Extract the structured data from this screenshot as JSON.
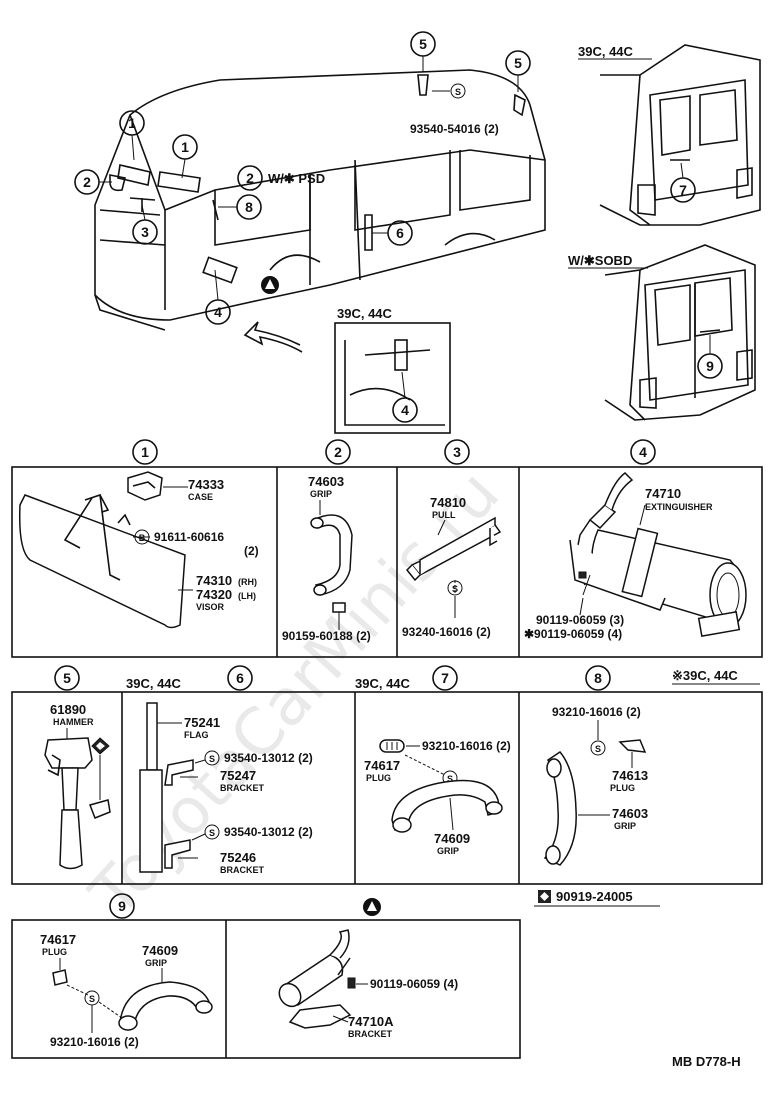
{
  "overview": {
    "psd_label": "W/✱ PSD",
    "sobd_label": "W/✱SOBD",
    "inset_top_label": "39C, 44C",
    "inset_small_label": "39C, 44C",
    "screw_ref": "93540-54016 (2)",
    "callouts": [
      "1",
      "2",
      "3",
      "4",
      "5",
      "6",
      "7",
      "8",
      "9"
    ]
  },
  "sections": {
    "s1": {
      "num": "1",
      "case_no": "74333",
      "case_name": "CASE",
      "bolt_no": "91611-60616",
      "bolt_qty": "(2)",
      "visor_rh": "74310",
      "visor_rh_tag": "(RH)",
      "visor_lh": "74320",
      "visor_lh_tag": "(LH)",
      "visor_name": "VISOR"
    },
    "s2": {
      "num": "2",
      "grip_no": "74603",
      "grip_name": "GRIP",
      "screw": "90159-60188 (2)"
    },
    "s3": {
      "num": "3",
      "pull_no": "74810",
      "pull_name": "PULL",
      "screw": "93240-16016 (2)"
    },
    "s4": {
      "num": "4",
      "ext_no": "74710",
      "ext_name": "EXTINGUISHER",
      "bolt1": "90119-06059 (3)",
      "bolt2": "✱90119-06059 (4)"
    },
    "s5": {
      "num": "5",
      "hammer_no": "61890",
      "hammer_name": "HAMMER"
    },
    "s6": {
      "num": "6",
      "variant": "39C, 44C",
      "flag_no": "75241",
      "flag_name": "FLAG",
      "screw1": "93540-13012 (2)",
      "bracket1_no": "75247",
      "bracket1_name": "BRACKET",
      "screw2": "93540-13012 (2)",
      "bracket2_no": "75246",
      "bracket2_name": "BRACKET"
    },
    "s7": {
      "num": "7",
      "variant": "39C, 44C",
      "screw": "93210-16016 (2)",
      "plug_no": "74617",
      "plug_name": "PLUG",
      "grip_no": "74609",
      "grip_name": "GRIP"
    },
    "s8": {
      "num": "8",
      "variant": "※39C, 44C",
      "screw": "93210-16016 (2)",
      "plug_no": "74613",
      "plug_name": "PLUG",
      "grip_no": "74603",
      "grip_name": "GRIP",
      "ref_part": "90919-24005"
    },
    "s9": {
      "num": "9",
      "plug_no": "74617",
      "plug_name": "PLUG",
      "grip_no": "74609",
      "grip_name": "GRIP",
      "screw": "93210-16016 (2)"
    },
    "s10": {
      "bolt": "90119-06059 (4)",
      "bracket_no": "74710A",
      "bracket_name": "BRACKET"
    }
  },
  "marks": {
    "s_symbol": "S",
    "b_symbol": "B"
  },
  "watermark": "ToyotaCarMinis.ru",
  "diagram_code": "MB D778-H"
}
